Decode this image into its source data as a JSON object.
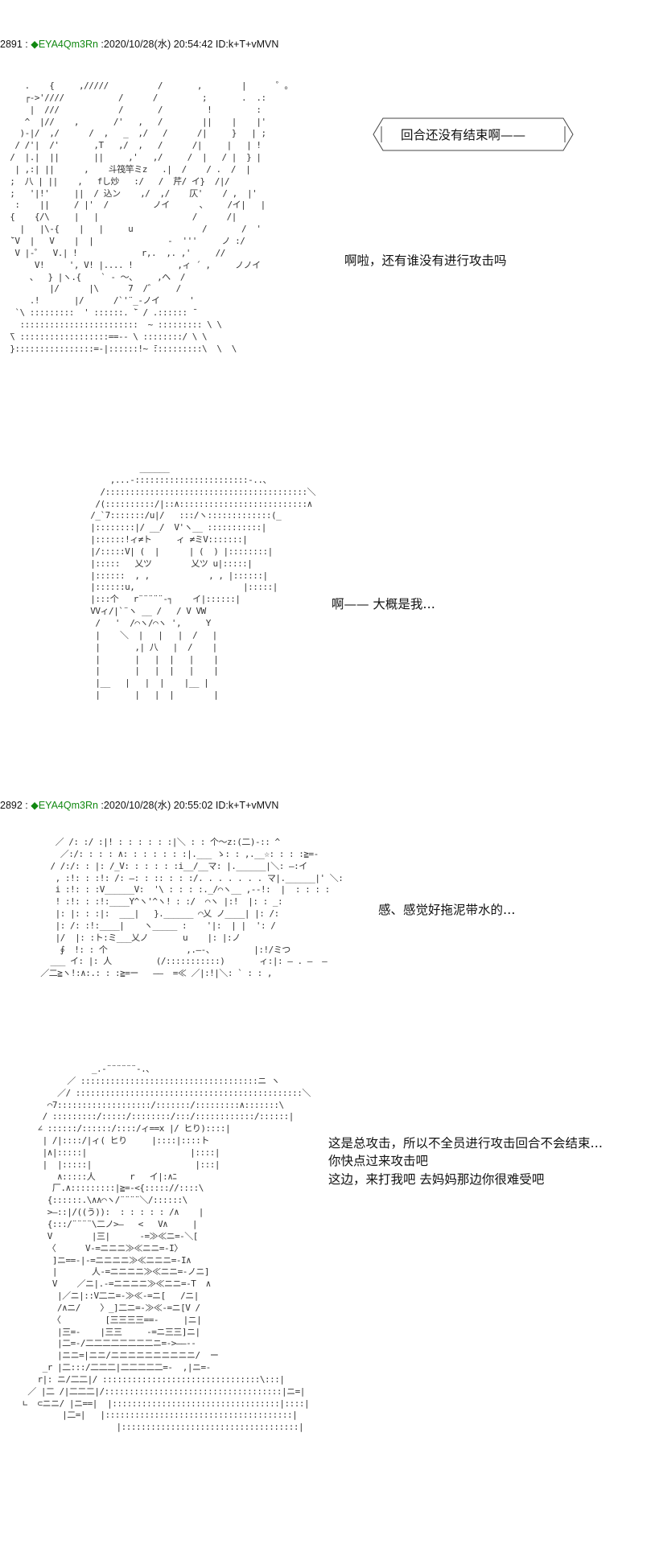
{
  "posts": [
    {
      "number": "2891",
      "separator": " : ",
      "name": "◆EYA4Qm3Rn",
      "meta": " :2020/10/28(水) 20:54:42 ID:k+T+vMVN",
      "lines": [
        "回合还没有结束啊——",
        "啊啦，还有谁没有进行攻击吗",
        "啊—— 大概是我…"
      ]
    },
    {
      "number": "2892",
      "separator": " : ",
      "name": "◆EYA4Qm3Rn",
      "meta": " :2020/10/28(水) 20:55:02 ID:k+T+vMVN",
      "lines": [
        "感、感觉好拖泥带水的…",
        "这是总攻击，所以不全员进行攻击回合不会结束…",
        "你快点过来攻击吧",
        "这边，来打我吧  去妈妈那边你很难受吧"
      ]
    }
  ],
  "art": {
    "a1": "     .    {     ,/////          /       ,        |      ゜。\n     ┌->'////           /      /         ;       .  .:\n      |  ///            /       /         !         :\n     ^  |//    ,       /'   ,   /        ||    |    |'\n    )-|/  ,/      /  ,   _  ,/   /      /|     }   | ;\n   / /'|  /'       ,T   ,/  ,   /      /|     |   | !\n  /  |.|  ||       ||     ,'   ,/     /  |   / |  } |\n   | ,:| ||      ,    斗筏竿ミz   .|  /    / .  /  |\n  ;  八 | ||    ,   fし炒   :/   /  芹/ イ}  /|/\n  ;   '|!'     ||  / 込ン    ,/  ,/    仄'    / ,  |'\n   :    ||     / |'  /         ノイ      、    /イ|   |\n  {    {/\\     |   |                   /      /|\n    |   |\\-{    |   |     u              /       /  '\n  ̄`V  |   V    |  |               -  '''     ノ :/\n   V |-゜  V.| !             r,.  ,. ,'     //\n       V!     ', V! |.... !         ,ィ ´ ,     ノノイ\n      、  } |ヽ.{    ` ‐ ～、    ,ヘ  /\n          |/      |\\      7  /゛    /\n      .!       |/      /`'¨_-ノイ      '\n   `\\ :::::::::  ' ::::::. ̄` / .:::::: ̄\n    ::::::::::::::::::::::::  ~ ::::::::: \\ \\\n  ̄\\ ::::::::::::::::::==-- \\ ::::::::/ \\ \\\n  }::::::::::::::::=-|::::::!~ ̄::::::::::\\  \\  \\",
    "a2": "            ______\n      ,...-:::::::::::::::::::::::-..、\n    /:::::::::::::::::::::::::::::::::::::::::＼\n   /(::::::::::/|::∧::::::::::::::::::::::::::∧\n  /_`7:::::::/u|/   :::/ヽ:::::::::::::(_\n  |::::::::|/ __/  V'ヽ__ :::::::::::|\n  |::::::!ィ≠ト     ィ ≠ミV:::::::|\n  |/:::::V| (  |      | (  ) |::::::::|\n  |:::::   乂ツ        乂ツ u|:::::|\n  |::::::  , ,            , , |::::::|\n  |::::::u,                      |:::::|\n  |:::个   r¨¨¨¨¨‐┐    イ|::::::|\n  VVィ/|`¨ヽ __ /   / V VW\n   /   '  /⌒ヽ/⌒ヽ ',     Y\n   |    ＼  |   |   |  /   |\n   |       ,| 八   |  /    |\n   |       |   |  |   |    |\n   |       |   |  |   |    |\n   |__   |   |  |    |__ |\n   |       |   |  |        |",
    "a3": "     ／ /: :/ :|! : : : : : :|＼ : : 个～z:(二)-:: ^\n      ／:/: : : : ∧: : : : : : :|.___ ゝ: : ,.__☆: : : :≧=-\n    / /:/: : |: /_V: : : : : :i__/__マ: |.______|＼: ―:イ\n     , :!: : :!: /: ―: : :: : : :/. . . . . . . マ|.______|' ＼:\n     i :!: : :V______V:  '\\ : : : :._/⌒ヽ__ ,--!:  |  : : : :\n     ! :!: : :!:____Y^ヽ'^ヽ! : :/  ⌒ヽ |:!  |: : _:\n     |: |: : :|:  ___|   }.______ ⌒乂 ノ____| |: /:\n     |: /: :!:____|    ヽ_____ :    '|:  | |  ': /\n     |/  |: :ト:ミ___乂ノ       u    |: |:ノ\n      ∮  !: : 个                ,.―-、        |:!/ミつ\n    ___ イ: |: 人         (/:::::::::::)       ィ:|: ― . ―  ―\n  ／二≧ヽ!:∧:.: : :≧=ー   ――  =≪ ／|:!|＼: ` : : ,",
    "a4": "               _.‐¨¨¨¨¨¨‐.、\n          ／ ::::::::::::::::::::::::::::::::::::ニ ヽ\n        ／/ ::::::::::::::::::::::::::::::::::::::::::::::＼\n      ⌒7:::::::::::::::::::/:::::::/:::::::::∧:::::::\\\n     / :::::::::/:::::/::::::::/:::/::::::::::::/::::::|\n    ∠ ::::::/::::::/::::/ィ==x |/ ヒり)::::|\n     | /|::::/|ィ( ヒり     |::::|::::ト\n     |∧|:::::|                     |::::|\n     |  |:::::|                     |:::|\n        ∧:::::人       r   イ|:∧ﾆ\n       厂.∧:::::::::|≧=-<{::::://::::\\\n      {::::::.\\∧∧⌒ヽ/¨¨¨¨＼/::::::\\\n      >―::|/((う)):  : : : : : /∧    |\n      {:::/¨¨¨¨\\二ノ>―   <   V∧     |\n      V        |三|      -=≫≪ニ=-＼[\n      〈      V-=ニニニ≫≪ニニ=-I〉\n       ]ニ==-|-=ニニニニ≫≪ニニニ=-I∧\n       |       人-=ニニニニ≫≪ニニ=-ノニ]\n       V    ／ニ|.-=ニニニニ≫≪ニニ=-T  ∧\n        |／ニ|::V二ニ=-≫≪-=ニ[   /ニ|\n        /∧ニ/    〉_]二ニ=-≫≪-=ニ[V /\n       〈         [三三三三==-     |ニ|\n        |三=-    |三三     -=ニ三三]ニ|\n        |二=-/二二二二二二二二ニ=->――--\n        |ニニ=|ニニ/ニニニニニニニニニニ/  ー\n     _r |二:::/二二二|二二二二二=-  ,|ニ=-\n    r|: ニ/二二|/ ::::::::::::::::::::::::::::::::\\:::|\n  ／ |二 /|二二二|/::::::::::::::::::::::::::::::::::::|ニ=|\n ∟  ⊂ニニ/ |ニ==|  |::::::::::::::::::::::::::::::::::|::::|\n         |二=|   |::::::::::::::::::::::::::::::::::::::|\n                    |::::::::::::::::::::::::::::::::::::|"
  }
}
